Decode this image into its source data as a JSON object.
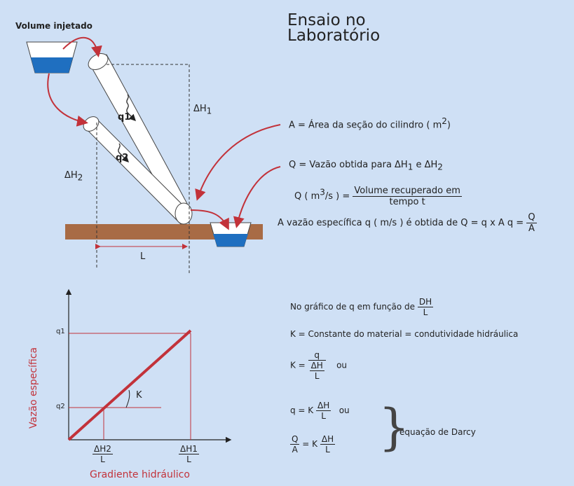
{
  "title": {
    "line1": "Ensaio no",
    "line2": "Laboratório"
  },
  "volume_label": "Volume injetado",
  "delta_h1": "ΔH",
  "delta_h1_sub": "1",
  "delta_h2": "ΔH",
  "delta_h2_sub": "2",
  "q1": "q1",
  "q2": "q2",
  "L": "L",
  "eq_A": "A = Área da seção do cilindro ( m",
  "eq_A_sup": "2",
  "eq_A_end": ")",
  "eq_Q": "Q = Vazão obtida para  ΔH",
  "eq_Q_sub1": "1",
  "eq_Q_mid": " e ΔH",
  "eq_Q_sub2": "2",
  "eq_Qm3_left": "Q ( m",
  "eq_Qm3_sup": "3",
  "eq_Qm3_right": "/s ) =",
  "eq_Qm3_num": "Volume recuperado em",
  "eq_Qm3_den": "tempo t",
  "eq_spec": "A vazão específica q ( m/s ) é obtida de Q = q x A   q =",
  "eq_spec_num": "Q",
  "eq_spec_den": "A",
  "graph": {
    "ylabel": "Vazão específica",
    "xlabel": "Gradiente hidráulico",
    "q1_tick": "q1",
    "q2_tick": "q2",
    "K_label": "K",
    "x_tick1_num": "ΔH2",
    "x_tick1_den": "L",
    "x_tick2_num": "ΔH1",
    "x_tick2_den": "L"
  },
  "notes": {
    "n1": "No gráfico de q em função de",
    "n1_num": "DH",
    "n1_den": "L",
    "n2": "K = Constante do material = condutividade hidráulica",
    "n3_left": "K =",
    "n3_num": "q",
    "n3_den_num": "ΔH",
    "n3_den_den": "L",
    "n3_ou": "ou",
    "n4_left": "q = K",
    "n4_num": "ΔH",
    "n4_den": "L",
    "n4_ou": "ou",
    "n5_num": "Q",
    "n5_den": "A",
    "n5_mid": "= K",
    "n5_fnum": "ΔH",
    "n5_fden": "L",
    "darcy": "equação de Darcy"
  },
  "colors": {
    "red": "#c2323a",
    "ground": "#a86b45",
    "water": "#1f6fc0",
    "background": "#cfe0f5"
  }
}
